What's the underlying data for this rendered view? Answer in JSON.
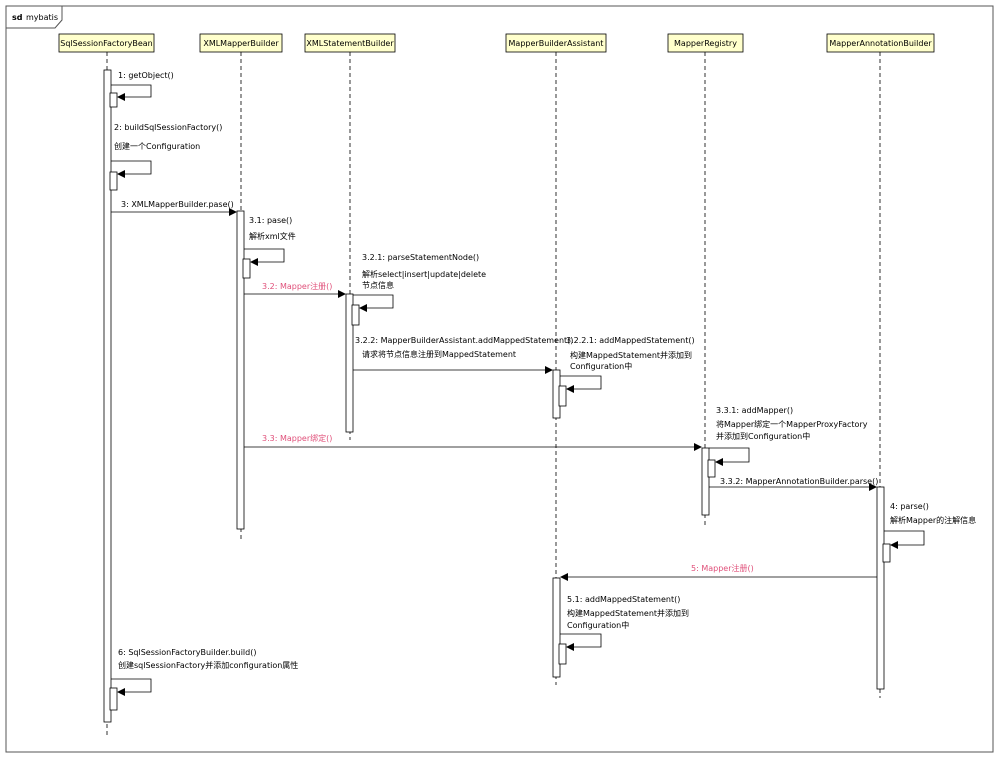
{
  "frame": {
    "keyword": "sd",
    "name": "mybatis"
  },
  "participants": [
    {
      "id": "sqlSessionFactoryBean",
      "label": "SqlSessionFactoryBean"
    },
    {
      "id": "xmlMapperBuilder",
      "label": "XMLMapperBuilder"
    },
    {
      "id": "xmlStatementBuilder",
      "label": "XMLStatementBuilder"
    },
    {
      "id": "mapperBuilderAssistant",
      "label": "MapperBuilderAssistant"
    },
    {
      "id": "mapperRegistry",
      "label": "MapperRegistry"
    },
    {
      "id": "mapperAnnotationBuilder",
      "label": "MapperAnnotationBuilder"
    }
  ],
  "messages": [
    {
      "id": "m1",
      "lines": [
        "1: getObject()"
      ],
      "highlight": false
    },
    {
      "id": "m2",
      "lines": [
        "2: buildSqlSessionFactory()",
        "创建一个Configuration"
      ],
      "highlight": false
    },
    {
      "id": "m3",
      "lines": [
        "3: XMLMapperBuilder.pase()"
      ],
      "highlight": false
    },
    {
      "id": "m31",
      "lines": [
        "3.1: pase()",
        "解析xml文件"
      ],
      "highlight": false
    },
    {
      "id": "m32",
      "lines": [
        "3.2: Mapper注册()"
      ],
      "highlight": true
    },
    {
      "id": "m321",
      "lines": [
        "3.2.1: parseStatementNode()",
        "解析select|insert|update|delete",
        "节点信息"
      ],
      "highlight": false
    },
    {
      "id": "m322",
      "lines": [
        "3.2.2: MapperBuilderAssistant.addMappedStatement()",
        "请求将节点信息注册到MappedStatement"
      ],
      "highlight": false
    },
    {
      "id": "m3221",
      "lines": [
        "3.2.2.1: addMappedStatement()",
        "构建MappedStatement并添加到",
        "Configuration中"
      ],
      "highlight": false
    },
    {
      "id": "m33",
      "lines": [
        "3.3: Mapper绑定()"
      ],
      "highlight": true
    },
    {
      "id": "m331",
      "lines": [
        "3.3.1: addMapper()",
        "将Mapper绑定一个MapperProxyFactory",
        "并添加到Configuration中"
      ],
      "highlight": false
    },
    {
      "id": "m332",
      "lines": [
        "3.3.2: MapperAnnotationBuilder.parse()"
      ],
      "highlight": false
    },
    {
      "id": "m4",
      "lines": [
        "4: parse()",
        "解析Mapper的注解信息"
      ],
      "highlight": false
    },
    {
      "id": "m5",
      "lines": [
        "5: Mapper注册()"
      ],
      "highlight": true
    },
    {
      "id": "m51",
      "lines": [
        "5.1: addMappedStatement()",
        "构建MappedStatement并添加到",
        "Configuration中"
      ],
      "highlight": false
    },
    {
      "id": "m6",
      "lines": [
        "6: SqlSessionFactoryBuilder.build()",
        "创建sqlSessionFactory并添加configuration属性"
      ],
      "highlight": false
    }
  ],
  "colors": {
    "participant_fill": "#ffffcc",
    "highlight_text": "#e0507a",
    "line": "#000000"
  }
}
